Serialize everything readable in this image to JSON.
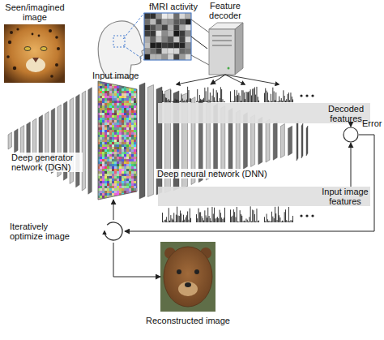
{
  "diagram": {
    "nodes": [
      {
        "text": [
          "Seen/imagined image"
        ]
      },
      {
        "text": [
          "fMRI activity"
        ]
      },
      {
        "text": [
          "Feature decoder"
        ]
      },
      {
        "text": [
          "Decoded features"
        ]
      },
      {
        "text": [
          "Input image"
        ]
      },
      {
        "text": [
          "Deep generator network (DGN)"
        ]
      },
      {
        "text": [
          "Deep neural network (DNN)"
        ]
      },
      {
        "text": [
          "Error"
        ]
      },
      {
        "text": [
          "Input image features"
        ]
      },
      {
        "text": [
          "Iteratively optimize image"
        ]
      },
      {
        "text": [
          "Reconstructed image"
        ]
      }
    ],
    "edges": [
      {
        "from": 1,
        "to": 2,
        "arrow": "none"
      },
      {
        "from": 2,
        "to": 3,
        "arrow": "to"
      },
      {
        "from": 3,
        "to": 7,
        "arrow": "to"
      },
      {
        "from": 8,
        "to": 7,
        "arrow": "to"
      },
      {
        "from": 7,
        "to": 9,
        "arrow": "to"
      },
      {
        "from": 9,
        "to": 4,
        "arrow": "to"
      },
      {
        "from": 9,
        "to": 10,
        "arrow": "to"
      }
    ]
  }
}
